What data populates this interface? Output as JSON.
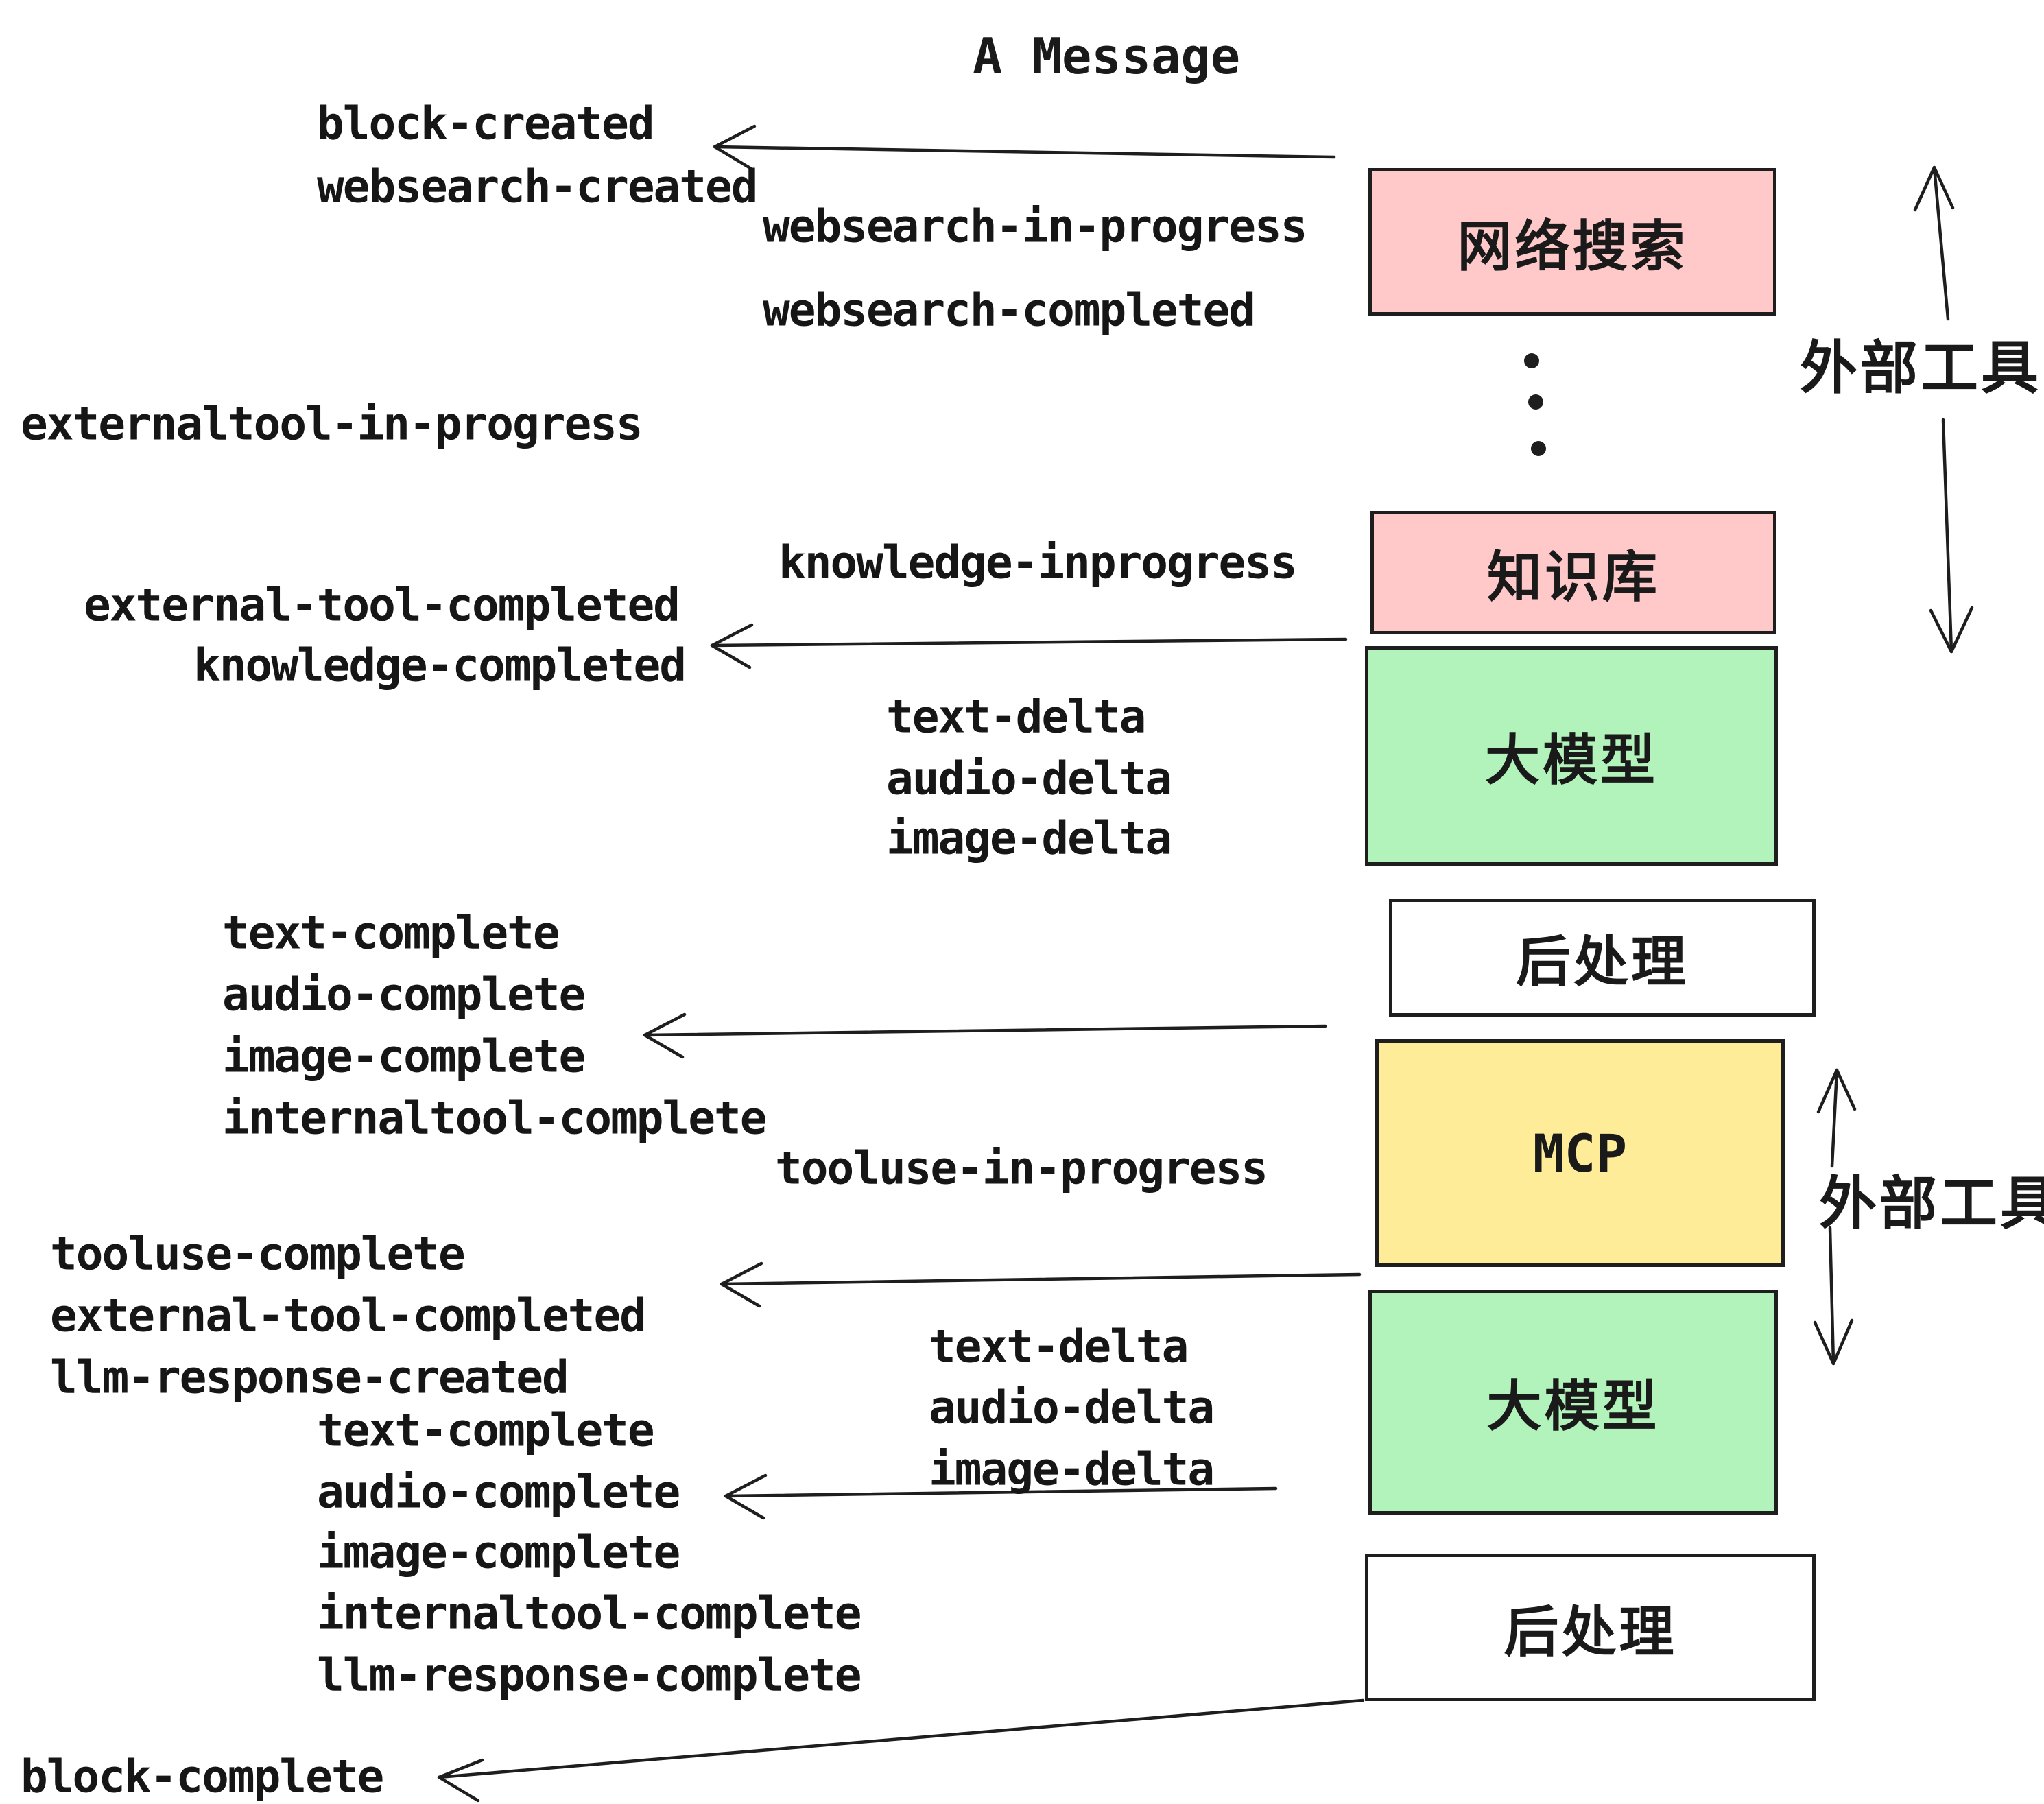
{
  "title": "A Message",
  "colors": {
    "box_pink": "#ffc9c9",
    "box_green": "#b2f2bb",
    "box_yellow": "#ffec99",
    "box_white": "#ffffff",
    "stroke": "#1e1e1e",
    "text": "#161616"
  },
  "boxes": [
    {
      "id": "websearch",
      "label": "网络搜索",
      "color": "#ffc9c9"
    },
    {
      "id": "knowledge",
      "label": "知识库",
      "color": "#ffc9c9"
    },
    {
      "id": "llm-1",
      "label": "大模型",
      "color": "#b2f2bb"
    },
    {
      "id": "postprocess-1",
      "label": "后处理",
      "color": "#ffffff"
    },
    {
      "id": "mcp",
      "label": "MCP",
      "color": "#ffec99"
    },
    {
      "id": "llm-2",
      "label": "大模型",
      "color": "#b2f2bb"
    },
    {
      "id": "postprocess-2",
      "label": "后处理",
      "color": "#ffffff"
    }
  ],
  "events": [
    {
      "label": "block-created"
    },
    {
      "label": "websearch-created"
    },
    {
      "label": "websearch-in-progress"
    },
    {
      "label": "websearch-completed"
    },
    {
      "label": "externaltool-in-progress"
    },
    {
      "label": "knowledge-inprogress"
    },
    {
      "label": "external-tool-completed"
    },
    {
      "label": "knowledge-completed"
    },
    {
      "label": "text-delta"
    },
    {
      "label": "audio-delta"
    },
    {
      "label": "image-delta"
    },
    {
      "label": "text-complete"
    },
    {
      "label": "audio-complete"
    },
    {
      "label": "image-complete"
    },
    {
      "label": "internaltool-complete"
    },
    {
      "label": "tooluse-in-progress"
    },
    {
      "label": "tooluse-complete"
    },
    {
      "label": "external-tool-completed"
    },
    {
      "label": "llm-response-created"
    },
    {
      "label": "text-complete"
    },
    {
      "label": "audio-complete"
    },
    {
      "label": "image-complete"
    },
    {
      "label": "internaltool-complete"
    },
    {
      "label": "llm-response-complete"
    },
    {
      "label": "block-complete"
    }
  ],
  "annotations": {
    "external_tools_top": "外部工具",
    "external_tools_mcp": "外部工具"
  }
}
